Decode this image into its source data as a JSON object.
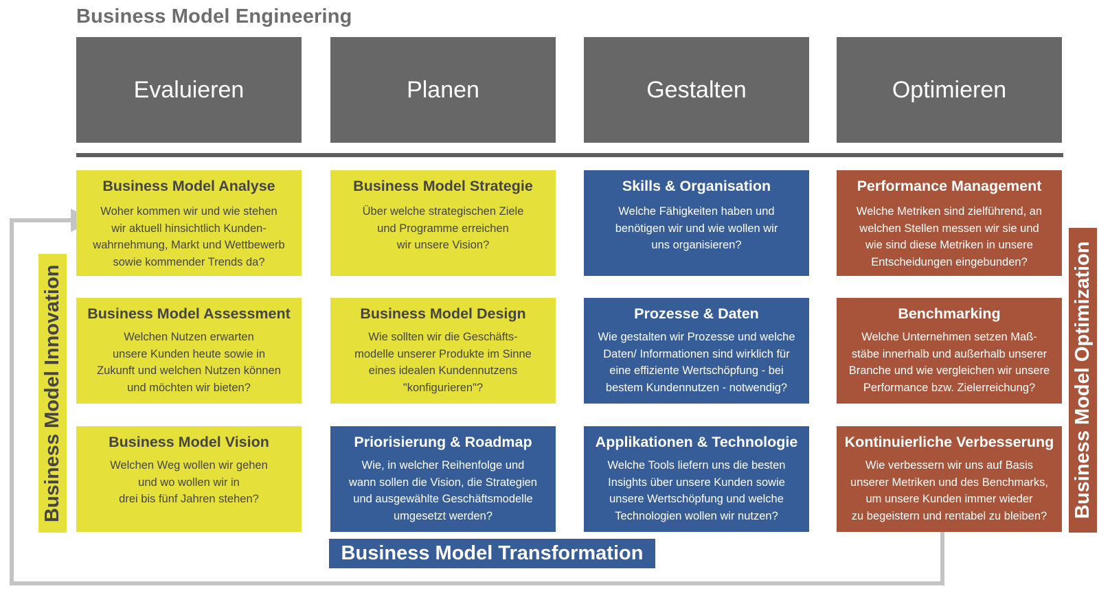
{
  "title": "Business Model Engineering",
  "phases": [
    "Evaluieren",
    "Planen",
    "Gestalten",
    "Optimieren"
  ],
  "cards": [
    [
      {
        "title": "Business Model Analyse",
        "text": "Woher kommen wir und wie stehen\nwir aktuell hinsichtlich Kunden-\nwahrnehmung, Markt und Wettbewerb\nsowie kommender Trends da?",
        "color": "#e6e03b"
      },
      {
        "title": "Business Model Strategie",
        "text": "Über welche strategischen Ziele\nund Programme erreichen\nwir unsere Vision?",
        "color": "#e6e03b"
      },
      {
        "title": "Skills & Organisation",
        "text": "Welche Fähigkeiten haben und\nbenötigen wir und wie wollen wir\nuns organisieren?",
        "color": "#365d98"
      },
      {
        "title": "Performance Management",
        "text": "Welche Metriken sind zielführend, an\nwelchen Stellen messen wir sie und\nwie sind diese Metriken in unsere\nEntscheidungen eingebunden?",
        "color": "#a8543a"
      }
    ],
    [
      {
        "title": "Business Model Assessment",
        "text": "Welchen Nutzen erwarten\nunsere Kunden heute sowie in\nZukunft und welchen Nutzen können\nund möchten wir bieten?",
        "color": "#e6e03b"
      },
      {
        "title": "Business Model Design",
        "text": "Wie sollten wir die Geschäfts-\nmodelle unserer Produkte im Sinne\neines idealen Kundennutzens\n\"konfigurieren\"?",
        "color": "#e6e03b"
      },
      {
        "title": "Prozesse & Daten",
        "text": "Wie gestalten wir Prozesse und welche\nDaten/ Informationen sind wirklich für\neine effiziente Wertschöpfung - bei\nbestem Kundennutzen - notwendig?",
        "color": "#365d98"
      },
      {
        "title": "Benchmarking",
        "text": "Welche Unternehmen setzen Maß-\nstäbe innerhalb und außerhalb unserer\nBranche und wie vergleichen wir unsere\nPerformance bzw. Zielerreichung?",
        "color": "#a8543a"
      }
    ],
    [
      {
        "title": "Business Model Vision",
        "text": "Welchen Weg wollen wir gehen\nund wo wollen wir in\ndrei bis fünf Jahren stehen?",
        "color": "#e6e03b"
      },
      {
        "title": "Priorisierung & Roadmap",
        "text": "Wie, in welcher Reihenfolge und\nwann sollen die Vision, die Strategien\nund ausgewählte Geschäftsmodelle\numgesetzt werden?",
        "color": "#365d98"
      },
      {
        "title": "Applikationen & Technologie",
        "text": "Welche Tools liefern uns die besten\nInsights über unsere Kunden sowie\nunsere Wertschöpfung und welche\nTechnologien wollen wir nutzen?",
        "color": "#365d98"
      },
      {
        "title": "Kontinuierliche Verbesserung",
        "text": "Wie verbessern wir uns auf Basis\nunserer Metriken und des Benchmarks,\num unsere Kunden immer wieder\nzu begeistern und rentabel zu bleiben?",
        "color": "#a8543a"
      }
    ]
  ],
  "labels": {
    "innovation": "Business Model Innovation",
    "optimization": "Business Model Optimization",
    "transformation": "Business Model Transformation"
  }
}
